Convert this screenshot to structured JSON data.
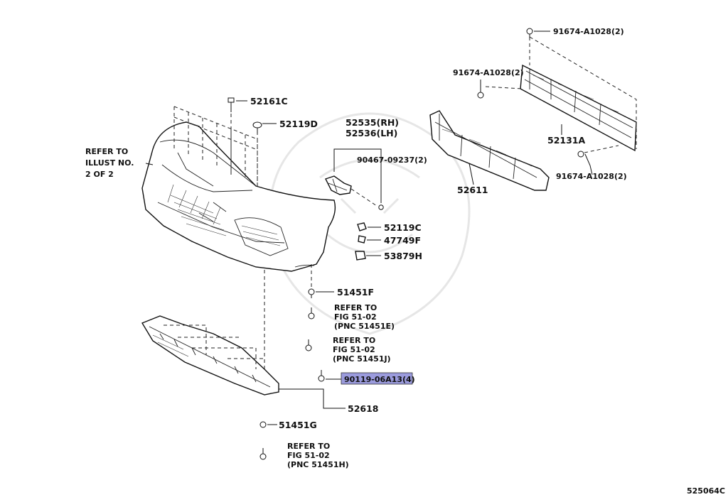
{
  "parts": {
    "p52161C": "52161C",
    "p52119D": "52119D",
    "p52535": "52535(RH)",
    "p52536": "52536(LH)",
    "p90467": "90467-09237(2)",
    "p91674_top": "91674-A1028(2)",
    "p91674_mid": "91674-A1028(2)",
    "p91674_low": "91674-A1028(2)",
    "p52131A": "52131A",
    "p52611": "52611",
    "p52119C": "52119C",
    "p47749F": "47749F",
    "p53879H": "53879H",
    "p51451F": "51451F",
    "p90119": "90119-06A13(4)",
    "p52618": "52618",
    "p51451G": "51451G"
  },
  "refs": {
    "illust": [
      "REFER TO",
      "ILLUST NO.",
      "2 OF 2"
    ],
    "fig_e": [
      "REFER TO",
      "FIG 51-02",
      "(PNC 51451E)"
    ],
    "fig_j": [
      "REFER TO",
      "FIG 51-02",
      "(PNC 51451J)"
    ],
    "fig_h": [
      "REFER TO",
      "FIG 51-02",
      "(PNC 51451H)"
    ]
  },
  "highlight_color": "#9b9bdd",
  "diagram_id": "525064C"
}
